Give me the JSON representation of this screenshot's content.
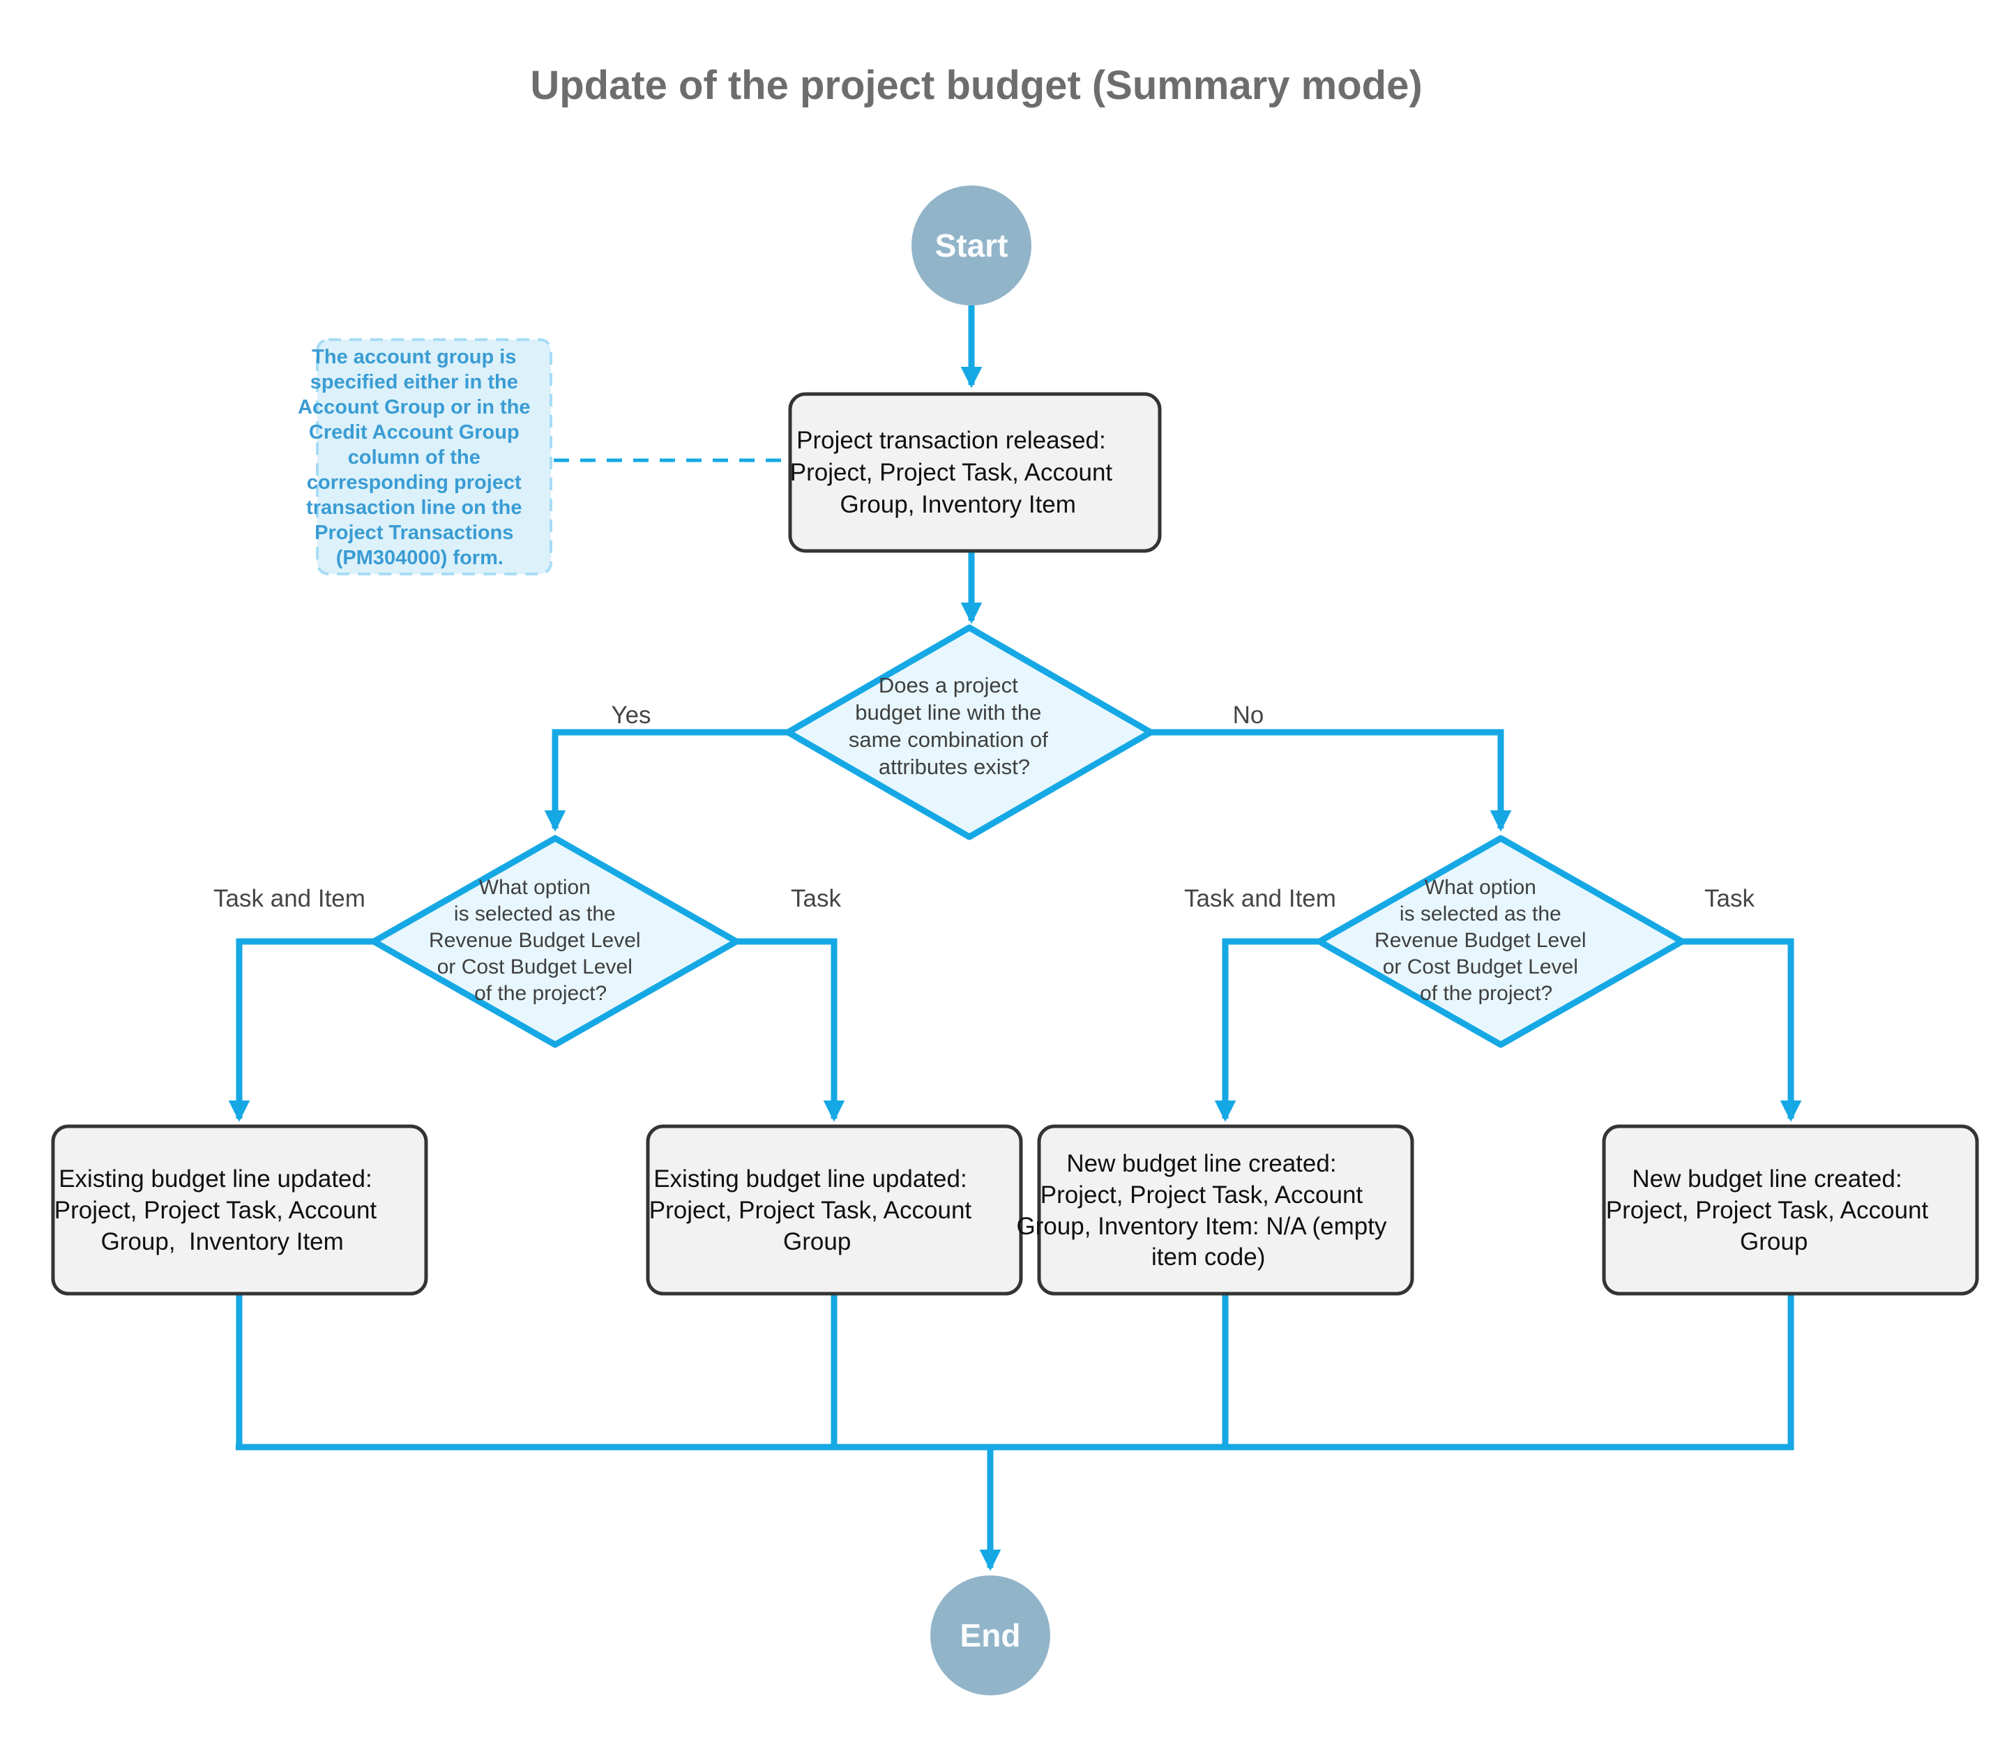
{
  "title": "Update of the project budget (Summary mode)",
  "colors": {
    "accent_line": "#15A8E4",
    "diamond_fill": "#E8F7FD",
    "node_fill": "#F2F2F2",
    "node_border": "#343434",
    "terminal_fill": "#91B4C9",
    "note_fill": "#DCF1FA",
    "note_border": "#A7DCF5",
    "note_text": "#3A9CD3",
    "title_text": "#6D6D6D"
  },
  "nodes": {
    "start": {
      "label": "Start"
    },
    "end": {
      "label": "End"
    },
    "note": {
      "lines": [
        "The account group is",
        "specified either in the",
        "Account Group or in the",
        "Credit Account Group",
        "column of the",
        "corresponding project",
        "transaction line on the",
        "Project Transactions",
        "(PM304000) form."
      ]
    },
    "process": {
      "lines": [
        "Project transaction released:",
        "Project, Project Task, Account",
        "Group, Inventory Item"
      ]
    },
    "decision_main": {
      "lines": [
        "Does a project",
        "budget line with the",
        "same combination of",
        "attributes exist?"
      ]
    },
    "decision_left": {
      "lines": [
        "What option",
        "is selected as the",
        "Revenue Budget Level",
        "or Cost Budget Level",
        "of the project?"
      ]
    },
    "decision_right": {
      "lines": [
        "What option",
        "is selected as the",
        "Revenue Budget Level",
        "or Cost Budget Level",
        "of the project?"
      ]
    },
    "outcome1": {
      "lines": [
        "Existing budget line updated:",
        "Project, Project Task, Account",
        "Group,  Inventory Item"
      ]
    },
    "outcome2": {
      "lines": [
        "Existing budget line updated:",
        "Project, Project Task, Account",
        "Group"
      ]
    },
    "outcome3": {
      "lines": [
        "New budget line created:",
        "Project, Project Task, Account",
        "Group, Inventory Item: N/A (empty",
        "item code)"
      ]
    },
    "outcome4": {
      "lines": [
        "New budget line created:",
        "Project, Project Task, Account",
        "Group"
      ]
    }
  },
  "edge_labels": {
    "yes": "Yes",
    "no": "No",
    "left_task_and_item": "Task and Item",
    "left_task": "Task",
    "right_task_and_item": "Task and Item",
    "right_task": "Task"
  }
}
